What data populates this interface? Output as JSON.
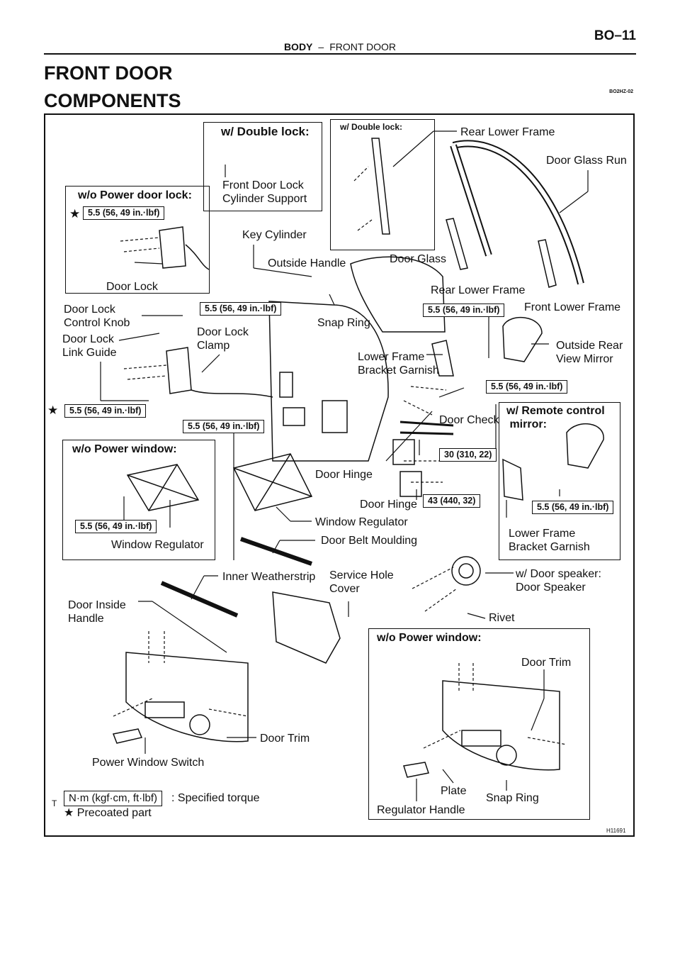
{
  "header": {
    "section": "BODY",
    "separator": "–",
    "subsection": "FRONT DOOR",
    "page": "BO–11"
  },
  "title": "FRONT DOOR",
  "subtitle": "COMPONENTS",
  "ref_code": "BO2HZ-02",
  "figure_code": "H11691",
  "boxes": {
    "double_lock_support": "w/ Double lock:",
    "double_lock_frame": "w/ Double lock:",
    "no_power_door_lock": "w/o Power door lock:",
    "no_power_window_regulator": "w/o Power window:",
    "remote_mirror": "w/ Remote control\n mirror:",
    "no_power_window_trim": "w/o Power window:"
  },
  "labels": {
    "front_door_lock_cylinder_support": "Front Door Lock\nCylinder Support",
    "key_cylinder": "Key Cylinder",
    "outside_handle": "Outside Handle",
    "door_glass": "Door Glass",
    "rear_lower_frame_top": "Rear Lower Frame",
    "door_glass_run": "Door Glass Run",
    "rear_lower_frame_mid": "Rear Lower Frame",
    "front_lower_frame": "Front Lower Frame",
    "door_lock_box": "Door Lock",
    "door_lock_control_knob": "Door Lock\nControl Knob",
    "door_lock_link_guide": "Door Lock\nLink Guide",
    "door_lock_clamp": "Door Lock\nClamp",
    "snap_ring_upper": "Snap Ring",
    "lower_frame_bracket_garnish": "Lower Frame\nBracket Garnish",
    "outside_rear_view_mirror": "Outside Rear\nView Mirror",
    "door_check": "Door Check",
    "door_hinge_upper": "Door Hinge",
    "door_hinge_lower": "Door Hinge",
    "window_regulator_box": "Window Regulator",
    "window_regulator": "Window Regulator",
    "door_belt_moulding": "Door Belt Moulding",
    "lower_frame_bracket_garnish_box": "Lower Frame\nBracket Garnish",
    "inner_weatherstrip": "Inner Weatherstrip",
    "service_hole_cover": "Service Hole\nCover",
    "door_speaker": "w/ Door speaker:\nDoor Speaker",
    "rivet": "Rivet",
    "door_inside_handle": "Door Inside\nHandle",
    "door_trim_main": "Door Trim",
    "power_window_switch": "Power Window Switch",
    "door_trim_box": "Door Trim",
    "plate": "Plate",
    "snap_ring_box": "Snap Ring",
    "regulator_handle": "Regulator Handle"
  },
  "torques": {
    "door_lock_box": "5.5 (56, 49 in.·lbf)",
    "outside_handle": "5.5 (56, 49 in.·lbf)",
    "glass": "5.5 (56, 49 in.·lbf)",
    "door_lock": "5.5 (56, 49 in.·lbf)",
    "inner_panel": "5.5 (56, 49 in.·lbf)",
    "mirror": "5.5 (56, 49 in.·lbf)",
    "hinge_upper": "30 (310, 22)",
    "hinge_lower": "43 (440, 32)",
    "regulator_box": "5.5 (56, 49 in.·lbf)",
    "remote_mirror": "5.5 (56, 49 in.·lbf)"
  },
  "legend": {
    "torque_prefix": "T",
    "torque_unit": "N·m (kgf·cm, ft·lbf)",
    "torque_text": ": Specified torque",
    "star": "★",
    "precoated": "★ Precoated part"
  }
}
